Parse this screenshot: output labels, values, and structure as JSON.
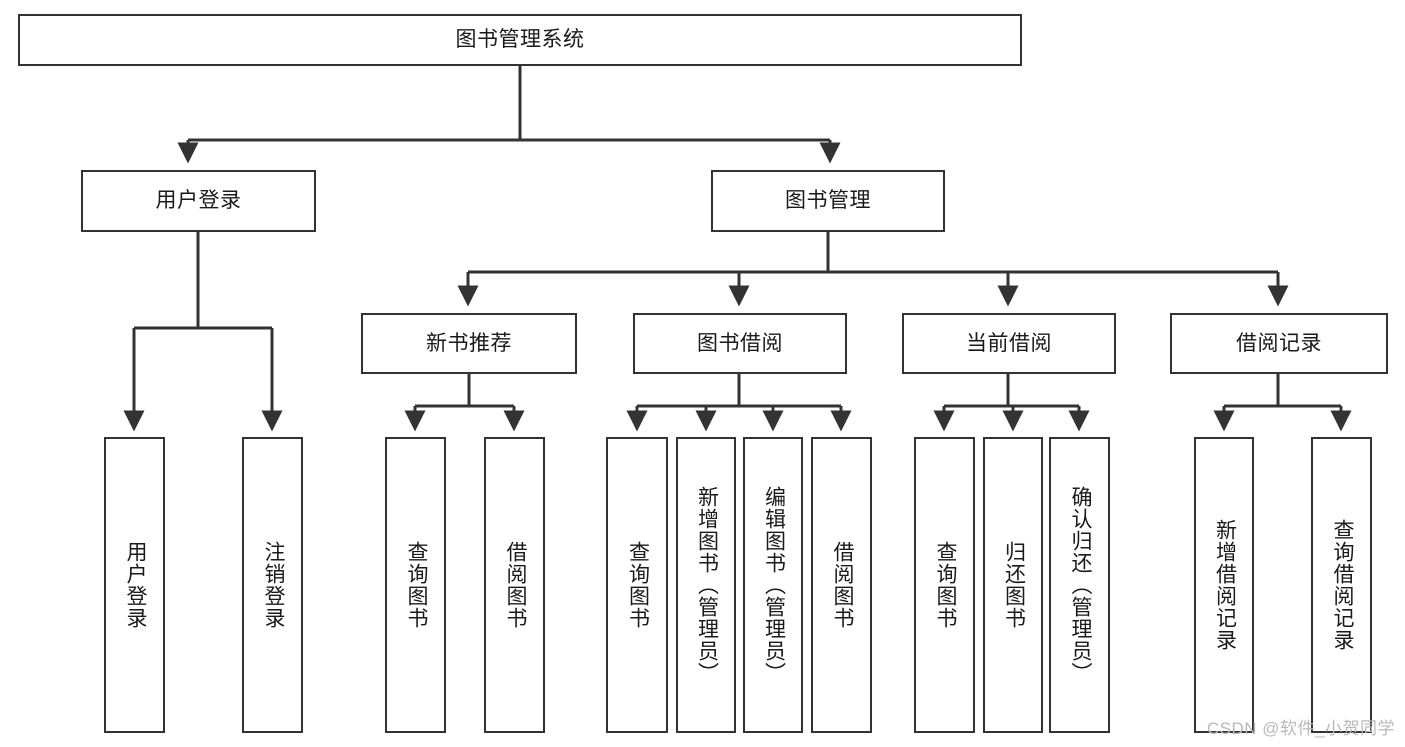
{
  "diagram": {
    "type": "tree-hierarchy-chart",
    "title": "图书管理系统",
    "orientation": "top-down",
    "colors": {
      "box_border": "#333333",
      "box_fill": "#ffffff",
      "connector": "#333333",
      "text": "#1a1a1a",
      "watermark": "#b9b9b9",
      "background": "#ffffff"
    },
    "root": {
      "id": "root",
      "label": "图书管理系统",
      "orientation": "horizontal"
    },
    "level1": [
      {
        "id": "user-login",
        "label": "用户登录",
        "orientation": "horizontal"
      },
      {
        "id": "book-manage",
        "label": "图书管理",
        "orientation": "horizontal"
      }
    ],
    "level2": [
      {
        "id": "new-book-recommend",
        "label": "新书推荐",
        "orientation": "horizontal",
        "parent": "book-manage"
      },
      {
        "id": "book-borrow",
        "label": "图书借阅",
        "orientation": "horizontal",
        "parent": "book-manage"
      },
      {
        "id": "current-borrow",
        "label": "当前借阅",
        "orientation": "horizontal",
        "parent": "book-manage"
      },
      {
        "id": "borrow-record",
        "label": "借阅记录",
        "orientation": "horizontal",
        "parent": "book-manage"
      }
    ],
    "leaves": [
      {
        "id": "leaf-user-login",
        "label": "用户登录",
        "parent": "user-login",
        "orientation": "vertical"
      },
      {
        "id": "leaf-logout-login",
        "label": "注销登录",
        "parent": "user-login",
        "orientation": "vertical"
      },
      {
        "id": "leaf-query-book-1",
        "label": "查询图书",
        "parent": "new-book-recommend",
        "orientation": "vertical"
      },
      {
        "id": "leaf-borrow-book-1",
        "label": "借阅图书",
        "parent": "new-book-recommend",
        "orientation": "vertical"
      },
      {
        "id": "leaf-query-book-2",
        "label": "查询图书",
        "parent": "book-borrow",
        "orientation": "vertical"
      },
      {
        "id": "leaf-add-book",
        "label": "新增图书（管理员）",
        "parent": "book-borrow",
        "orientation": "vertical"
      },
      {
        "id": "leaf-edit-book",
        "label": "编辑图书（管理员）",
        "parent": "book-borrow",
        "orientation": "vertical"
      },
      {
        "id": "leaf-borrow-book-2",
        "label": "借阅图书",
        "parent": "book-borrow",
        "orientation": "vertical"
      },
      {
        "id": "leaf-query-book-3",
        "label": "查询图书",
        "parent": "current-borrow",
        "orientation": "vertical"
      },
      {
        "id": "leaf-return-book",
        "label": "归还图书",
        "parent": "current-borrow",
        "orientation": "vertical"
      },
      {
        "id": "leaf-confirm-return",
        "label": "确认归还（管理员）",
        "parent": "current-borrow",
        "orientation": "vertical"
      },
      {
        "id": "leaf-add-record",
        "label": "新增借阅记录",
        "parent": "borrow-record",
        "orientation": "vertical"
      },
      {
        "id": "leaf-query-record",
        "label": "查询借阅记录",
        "parent": "borrow-record",
        "orientation": "vertical"
      }
    ]
  },
  "watermark": {
    "text": "CSDN @软件_小贺同学"
  }
}
